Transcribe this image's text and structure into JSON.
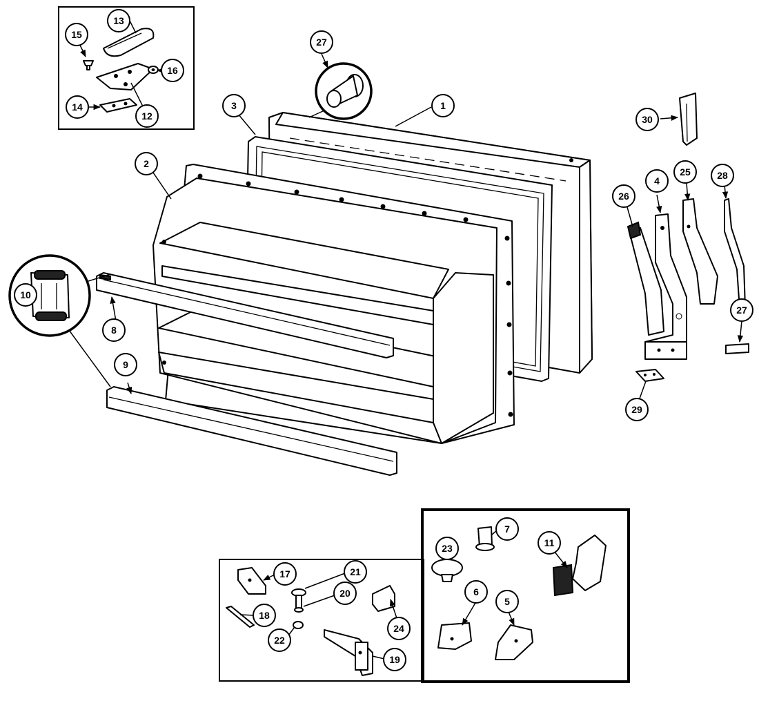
{
  "callouts": {
    "c1": "1",
    "c2": "2",
    "c3": "3",
    "c4": "4",
    "c5": "5",
    "c6": "6",
    "c7": "7",
    "c8": "8",
    "c9": "9",
    "c10": "10",
    "c11": "11",
    "c12": "12",
    "c13": "13",
    "c14": "14",
    "c15": "15",
    "c16": "16",
    "c17": "17",
    "c18": "18",
    "c19": "19",
    "c20": "20",
    "c21": "21",
    "c22": "22",
    "c23": "23",
    "c24": "24",
    "c25": "25",
    "c26": "26",
    "c27a": "27",
    "c27b": "27",
    "c28": "28",
    "c29": "29",
    "c30": "30"
  }
}
